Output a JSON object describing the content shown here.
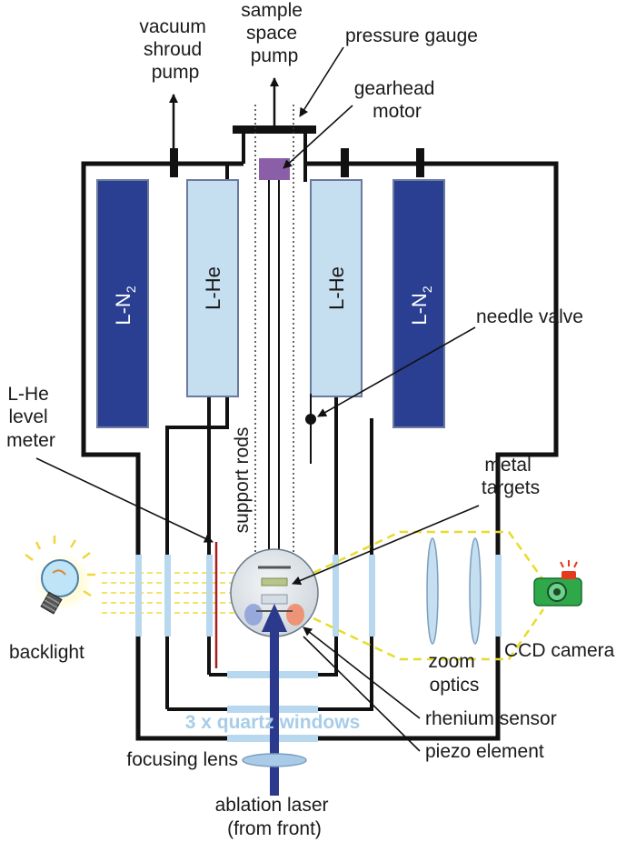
{
  "labels": {
    "vacuum_shroud_pump": [
      "vacuum",
      "shroud",
      "pump"
    ],
    "sample_space_pump": [
      "sample",
      "space",
      "pump"
    ],
    "pressure_gauge": "pressure gauge",
    "gearhead_motor": [
      "gearhead",
      "motor"
    ],
    "needle_valve": "needle valve",
    "lhe_level_meter": [
      "L-He",
      "level",
      "meter"
    ],
    "support_rods": "support rods",
    "metal_targets": [
      "metal",
      "targets"
    ],
    "backlight": "backlight",
    "ccd_camera": "CCD camera",
    "zoom_optics": [
      "zoom",
      "optics"
    ],
    "rhenium_sensor": "rhenium sensor",
    "piezo_element": "piezo element",
    "quartz_windows": "3 x quartz windows",
    "focusing_lens": "focusing lens",
    "ablation_laser": [
      "ablation laser",
      "(from front)"
    ]
  },
  "tanks": {
    "ln2_left": "L-N",
    "lhe_left": "L-He",
    "lhe_right": "L-He",
    "ln2_right": "L-N",
    "ln2_subscript": "2"
  },
  "colors": {
    "ln2_fill": "#2a3f92",
    "lhe_fill": "#c5def0",
    "window": "#b8d8ef",
    "laser": "#2b3a8c",
    "motor": "#8b5fa8",
    "camera_body": "#2fa84a",
    "camera_flash": "#e63a1f",
    "light_beams": "#f2e36a",
    "camera_beams": "#e8dc2a",
    "level_meter": "#a42020"
  },
  "icons": [
    "lightbulb-icon",
    "camera-icon"
  ]
}
